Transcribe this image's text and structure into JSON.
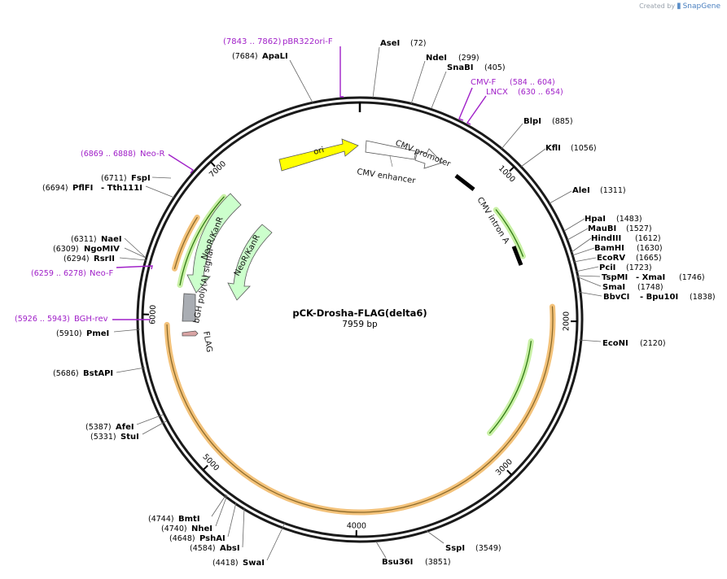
{
  "brand": {
    "prefix": "Created by",
    "logo_text": "SnapGene"
  },
  "plasmid": {
    "name": "pCK-Drosha-FLAG(delta6)",
    "length_label": "7959 bp"
  },
  "ticks": [
    "1000",
    "2000",
    "3000",
    "4000",
    "5000",
    "6000",
    "7000"
  ],
  "features": {
    "ori": "ori",
    "cmv_promoter": "CMV promoter",
    "cmv_enhancer": "CMV enhancer",
    "cmv_intron": "CMV intron A",
    "neo1": "NeoR/KanR",
    "neo2": "NeoR/KanR",
    "bgh": "bGH poly(A) signal",
    "flag": "FLAG"
  },
  "primers": {
    "pbr322": {
      "range": "(7843 .. 7862)",
      "name": "pBR322ori-F"
    },
    "cmvf": {
      "name": "CMV-F",
      "range": "(584 .. 604)"
    },
    "lncx": {
      "name": "LNCX",
      "range": "(630 .. 654)"
    },
    "neor": {
      "range": "(6869 .. 6888)",
      "name": "Neo-R"
    },
    "neof": {
      "range": "(6259 .. 6278)",
      "name": "Neo-F"
    },
    "bghrev": {
      "range": "(5926 .. 5943)",
      "name": "BGH-rev"
    }
  },
  "sites": {
    "apali": {
      "pos": "(7684)",
      "name": "ApaLI"
    },
    "asei": {
      "name": "AseI",
      "pos": "(72)"
    },
    "ndei": {
      "name": "NdeI",
      "pos": "(299)"
    },
    "snabi": {
      "name": "SnaBI",
      "pos": "(405)"
    },
    "blpi": {
      "name": "BlpI",
      "pos": "(885)"
    },
    "kfli": {
      "name": "KflI",
      "pos": "(1056)"
    },
    "alei": {
      "name": "AleI",
      "pos": "(1311)"
    },
    "hpai": {
      "name": "HpaI",
      "pos": "(1483)"
    },
    "maubi": {
      "name": "MauBI",
      "pos": "(1527)"
    },
    "hindiii": {
      "name": "HindIII",
      "pos": "(1612)"
    },
    "bamhi": {
      "name": "BamHI",
      "pos": "(1630)"
    },
    "ecorv": {
      "name": "EcoRV",
      "pos": "(1665)"
    },
    "pcii": {
      "name": "PciI",
      "pos": "(1723)"
    },
    "tspmi": {
      "name": "TspMI",
      "sep": "- XmaI",
      "pos": "(1746)"
    },
    "smai": {
      "name": "SmaI",
      "pos": "(1748)"
    },
    "bbvci": {
      "name": "BbvCI",
      "sep": "- Bpu10I",
      "pos": "(1838)"
    },
    "econi": {
      "name": "EcoNI",
      "pos": "(2120)"
    },
    "sspi": {
      "name": "SspI",
      "pos": "(3549)"
    },
    "bsu36i": {
      "name": "Bsu36I",
      "pos": "(3851)"
    },
    "fspi": {
      "pos": "(6711)",
      "name": "FspI"
    },
    "pflfi": {
      "pos": "(6694)",
      "name": "PflFI",
      "sep": "- Tth111I"
    },
    "naei": {
      "pos": "(6311)",
      "name": "NaeI"
    },
    "ngomiv": {
      "pos": "(6309)",
      "name": "NgoMIV"
    },
    "rsrii": {
      "pos": "(6294)",
      "name": "RsrII"
    },
    "pmei": {
      "pos": "(5910)",
      "name": "PmeI"
    },
    "bstapi": {
      "pos": "(5686)",
      "name": "BstAPI"
    },
    "afei": {
      "pos": "(5387)",
      "name": "AfeI"
    },
    "stui": {
      "pos": "(5331)",
      "name": "StuI"
    },
    "bmti": {
      "pos": "(4744)",
      "name": "BmtI"
    },
    "nhei": {
      "pos": "(4740)",
      "name": "NheI"
    },
    "pshai": {
      "pos": "(4648)",
      "name": "PshAI"
    },
    "absi": {
      "pos": "(4584)",
      "name": "AbsI"
    },
    "swai": {
      "pos": "(4418)",
      "name": "SwaI"
    }
  },
  "colors": {
    "backbone": "#1a1a1a",
    "ori": "#ffff00",
    "neo": "#ccffcc",
    "orf_orange": "#f3c27a",
    "orf_green": "#c9f0a6",
    "primer": "#a020c8",
    "bgh_box": "#a9adb3",
    "flag_box": "#d9a4a4"
  }
}
